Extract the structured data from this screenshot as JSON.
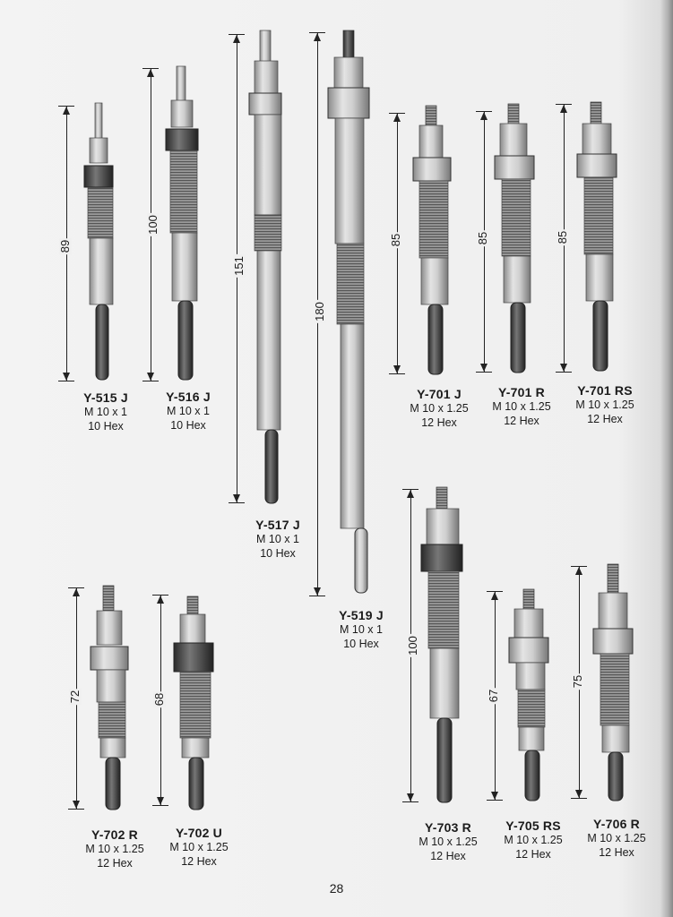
{
  "page_number": "28",
  "products": [
    {
      "code": "Y-515 J",
      "thread": "M 10 x 1",
      "hex": "10 Hex",
      "length": "89"
    },
    {
      "code": "Y-516 J",
      "thread": "M 10 x 1",
      "hex": "10 Hex",
      "length": "100"
    },
    {
      "code": "Y-517 J",
      "thread": "M 10 x 1",
      "hex": "10 Hex",
      "length": "151"
    },
    {
      "code": "Y-519 J",
      "thread": "M 10 x 1",
      "hex": "10 Hex",
      "length": "180"
    },
    {
      "code": "Y-701 J",
      "thread": "M 10 x 1.25",
      "hex": "12 Hex",
      "length": "85"
    },
    {
      "code": "Y-701 R",
      "thread": "M 10 x 1.25",
      "hex": "12 Hex",
      "length": "85"
    },
    {
      "code": "Y-701 RS",
      "thread": "M 10 x 1.25",
      "hex": "12 Hex",
      "length": "85"
    },
    {
      "code": "Y-702 R",
      "thread": "M 10 x 1.25",
      "hex": "12 Hex",
      "length": "72"
    },
    {
      "code": "Y-702 U",
      "thread": "M 10 x 1.25",
      "hex": "12 Hex",
      "length": "68"
    },
    {
      "code": "Y-703 R",
      "thread": "M 10 x 1.25",
      "hex": "12 Hex",
      "length": "100"
    },
    {
      "code": "Y-705 RS",
      "thread": "M 10 x 1.25",
      "hex": "12 Hex",
      "length": "67"
    },
    {
      "code": "Y-706 R",
      "thread": "M 10 x 1.25",
      "hex": "12 Hex",
      "length": "75"
    }
  ],
  "colors": {
    "ink": "#1b1b1b",
    "paper": "#f2f2f2",
    "metal": "#c9c9c9"
  }
}
